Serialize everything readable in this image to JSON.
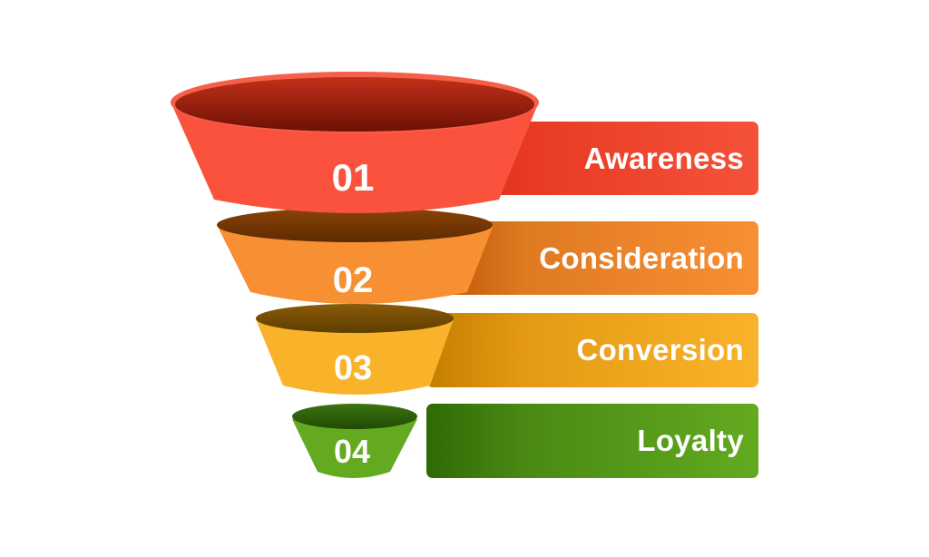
{
  "diagram": {
    "type": "marketing-funnel",
    "stages": [
      {
        "number": "01",
        "label": "Awareness",
        "color": "#f5523a",
        "dark": "#8a1a08"
      },
      {
        "number": "02",
        "label": "Consideration",
        "color": "#f78f33",
        "dark": "#6e3200"
      },
      {
        "number": "03",
        "label": "Conversion",
        "color": "#f9b32a",
        "dark": "#6b4400"
      },
      {
        "number": "04",
        "label": "Loyalty",
        "color": "#63aa20",
        "dark": "#2a5a08"
      }
    ]
  }
}
